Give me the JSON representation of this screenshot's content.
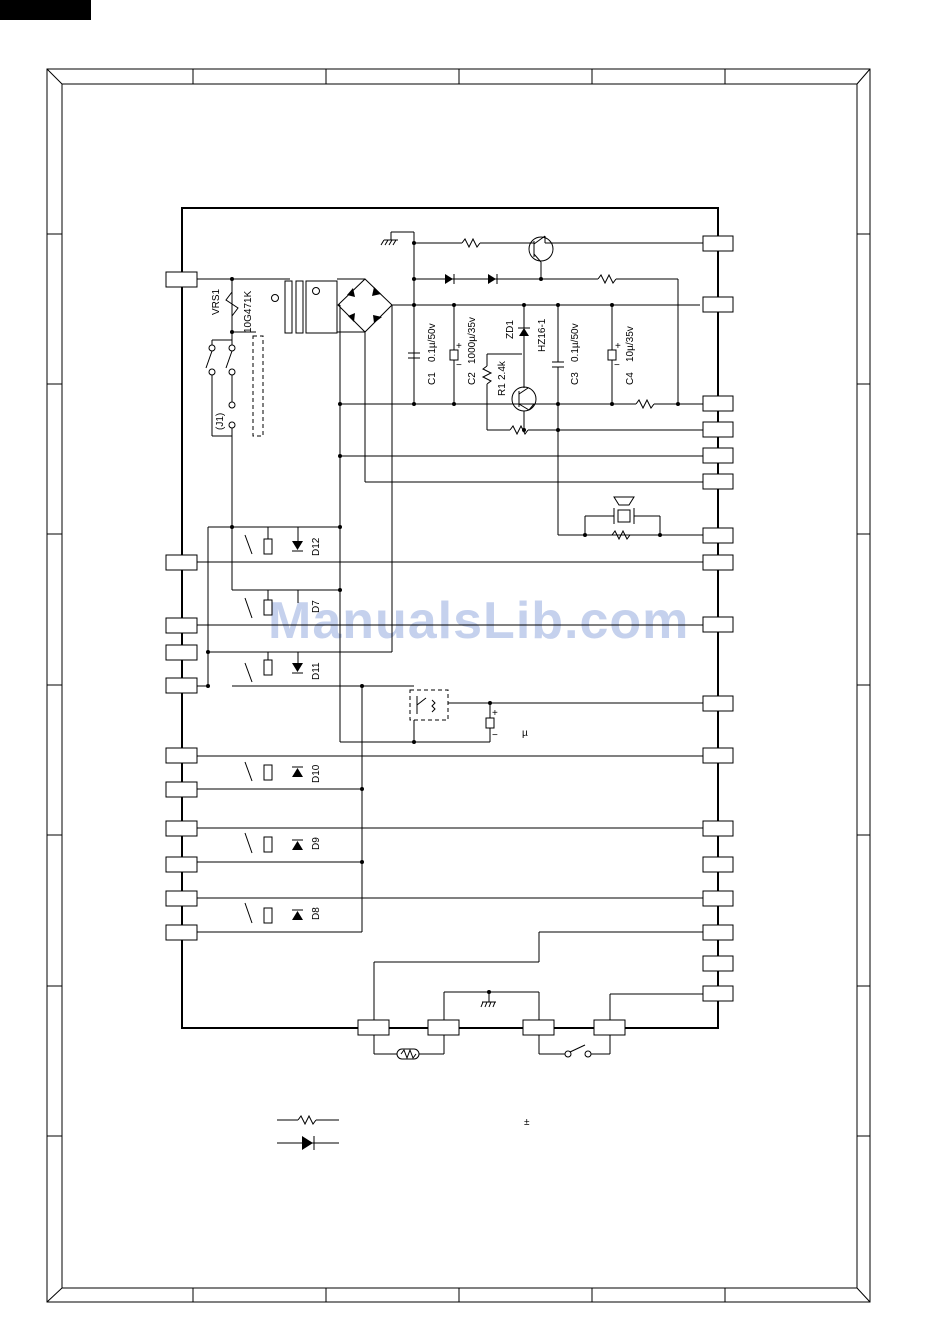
{
  "watermark": "ManualsLib.com",
  "components": {
    "vrs1_ref": "VRS1",
    "vrs1_value": "10G471K",
    "jumper": "(J1)",
    "c1_ref": "C1",
    "c1_value": "0.1µ/50v",
    "c2_ref": "C2",
    "c2_value": "1000µ/35v",
    "r1_ref": "R1",
    "r1_value": "2.4k",
    "zd1_ref": "ZD1",
    "zd1_value": "HZ16-1",
    "c3_ref": "C3",
    "c3_value": "0.1µ/50v",
    "c4_ref": "C4",
    "c4_value": "10µ/35v",
    "d12": "D12",
    "d7": "D7",
    "d11": "D11",
    "d10": "D10",
    "d9": "D9",
    "d8": "D8"
  },
  "marks": {
    "micro": "µ",
    "plus_minus": "±",
    "plus": "+",
    "minus": "−"
  }
}
